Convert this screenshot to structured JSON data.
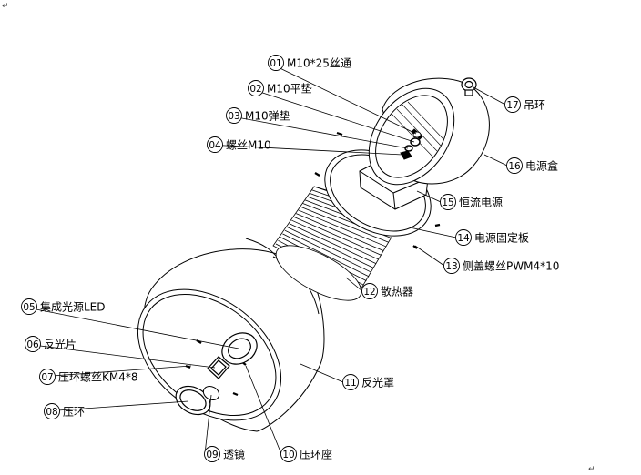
{
  "parts": [
    {
      "num": "01",
      "label": "M10*25丝通"
    },
    {
      "num": "02",
      "label": "M10平垫"
    },
    {
      "num": "03",
      "label": "M10弹垫"
    },
    {
      "num": "04",
      "label": "螺丝M10"
    },
    {
      "num": "05",
      "label": "集成光源LED"
    },
    {
      "num": "06",
      "label": "反光片"
    },
    {
      "num": "07",
      "label": "压环螺丝KM4*8"
    },
    {
      "num": "08",
      "label": "压环"
    },
    {
      "num": "09",
      "label": "透镜"
    },
    {
      "num": "10",
      "label": "压环座"
    },
    {
      "num": "11",
      "label": "反光罩"
    },
    {
      "num": "12",
      "label": "散热器"
    },
    {
      "num": "13",
      "label": "侧盖螺丝PWM4*10"
    },
    {
      "num": "14",
      "label": "电源固定板"
    },
    {
      "num": "15",
      "label": "恒流电源"
    },
    {
      "num": "16",
      "label": "电源盒"
    },
    {
      "num": "17",
      "label": "吊环"
    }
  ],
  "corner_marks": {
    "top_left": "↵",
    "bottom_right": "↵"
  }
}
